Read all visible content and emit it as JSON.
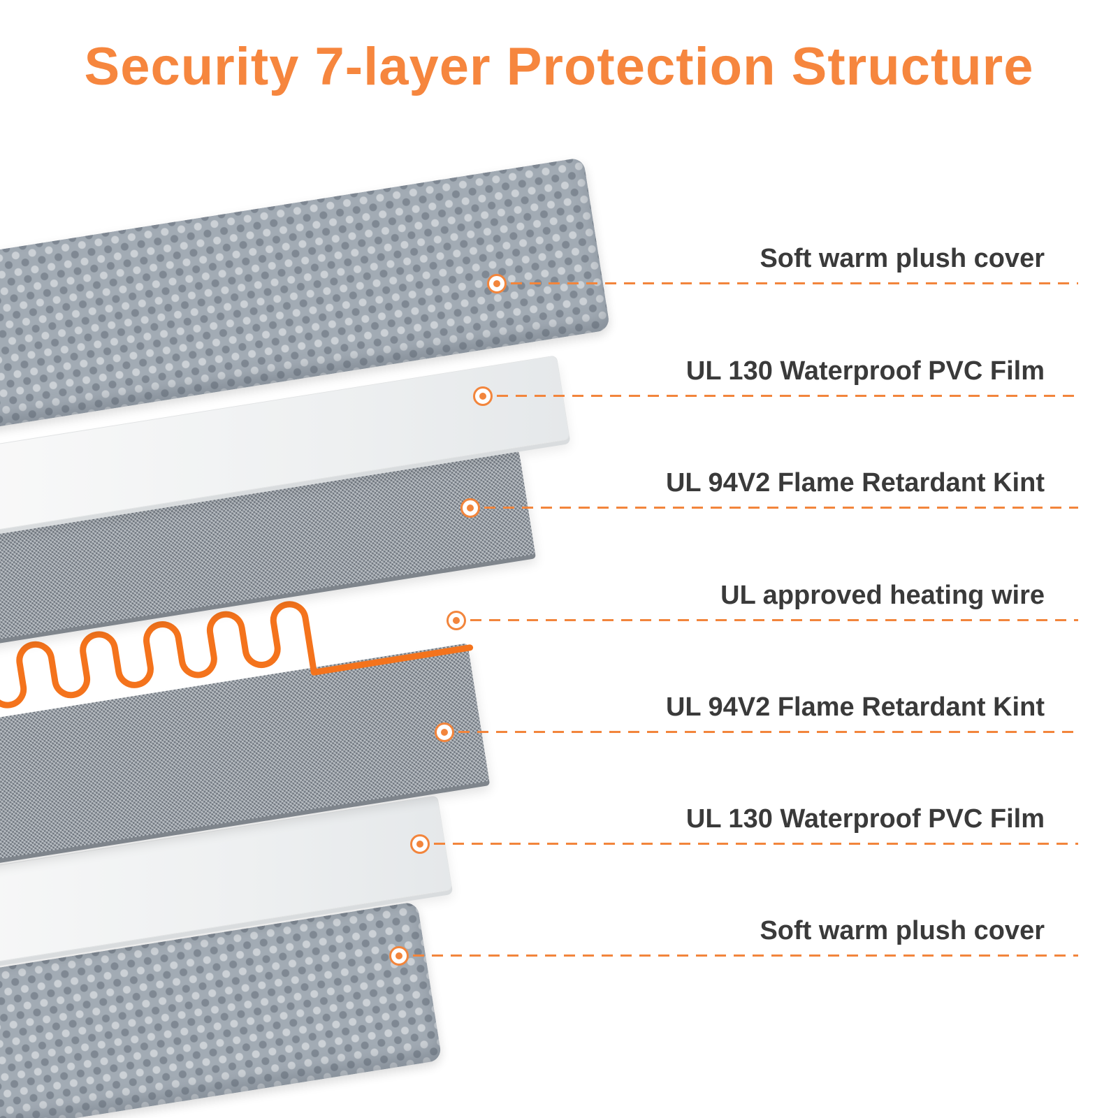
{
  "title": "Security 7-layer Protection Structure",
  "colors": {
    "accent": "#F2853C",
    "wire": "#F4731C",
    "title": "#F6863E",
    "label_text": "#3A3A3A"
  },
  "callouts": [
    {
      "label": "Soft warm plush cover"
    },
    {
      "label": "UL 130 Waterproof PVC Film"
    },
    {
      "label": "UL 94V2 Flame Retardant Kint"
    },
    {
      "label": "UL approved heating wire"
    },
    {
      "label": "UL 94V2 Flame Retardant Kint"
    },
    {
      "label": "UL 130 Waterproof PVC Film"
    },
    {
      "label": "Soft warm plush cover"
    }
  ],
  "layers": [
    {
      "name": "soft-warm-plush-cover-top",
      "material": "plush"
    },
    {
      "name": "ul-130-waterproof-pvc-film-top",
      "material": "film"
    },
    {
      "name": "ul-94v2-flame-retardant-kint-top",
      "material": "knit"
    },
    {
      "name": "ul-approved-heating-wire",
      "material": "wire"
    },
    {
      "name": "ul-94v2-flame-retardant-kint-bottom",
      "material": "knit"
    },
    {
      "name": "ul-130-waterproof-pvc-film-bottom",
      "material": "film"
    },
    {
      "name": "soft-warm-plush-cover-bottom",
      "material": "plush"
    }
  ]
}
